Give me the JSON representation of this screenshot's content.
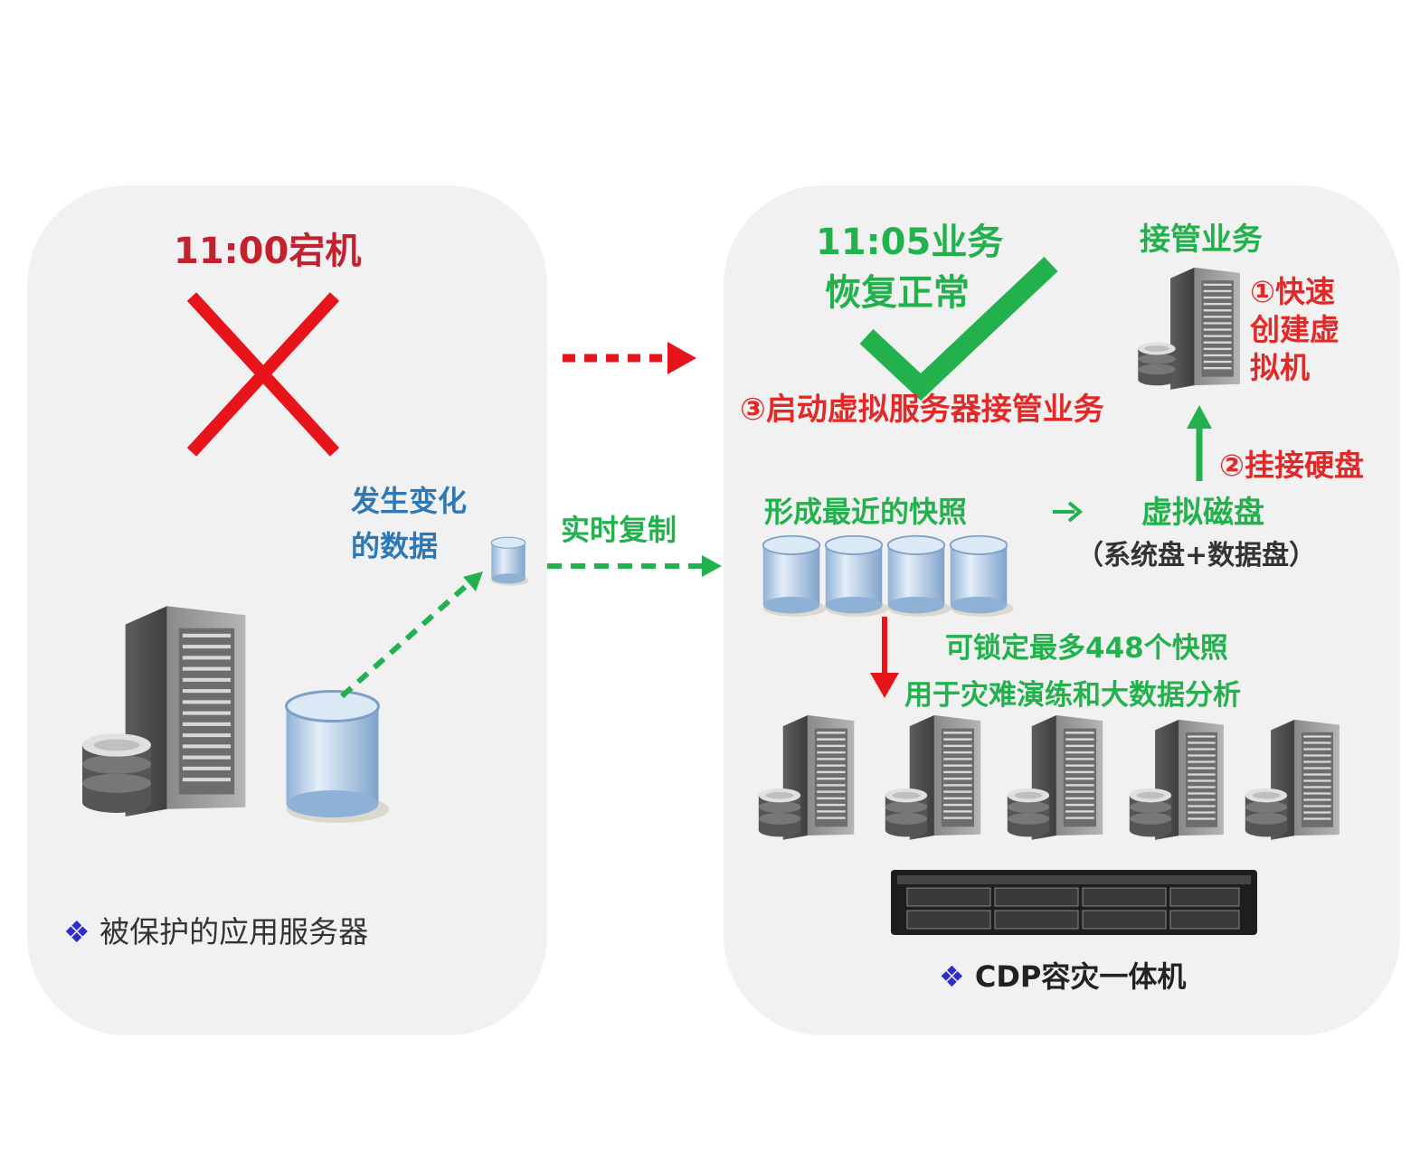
{
  "left_panel": {
    "failure_label": "11:00宕机",
    "changed_data_label_line1": "发生变化",
    "changed_data_label_line2": "的数据",
    "caption": "被保护的应用服务器"
  },
  "replication_label": "实时复制",
  "right_panel": {
    "recovery_label_line1": "11:05业务",
    "recovery_label_line2": "恢复正常",
    "takeover_title": "接管业务",
    "step1_line1": "①快速",
    "step1_line2": "创建虚",
    "step1_line3": "拟机",
    "step2": "②挂接硬盘",
    "step3": "③启动虚拟服务器接管业务",
    "snapshot_label": "形成最近的快照",
    "virtual_disk_label": "虚拟磁盘",
    "virtual_disk_detail": "（系统盘+数据盘）",
    "lock_line1": "可锁定最多448个快照",
    "lock_line2": "用于灾难演练和大数据分析",
    "caption": "CDP容灾一体机"
  },
  "bullet_symbol": "❖",
  "colors": {
    "failure": "#e02a2a",
    "success": "#22b14c",
    "data_label": "#2f78b6",
    "bullet": "#2b2fc5"
  }
}
